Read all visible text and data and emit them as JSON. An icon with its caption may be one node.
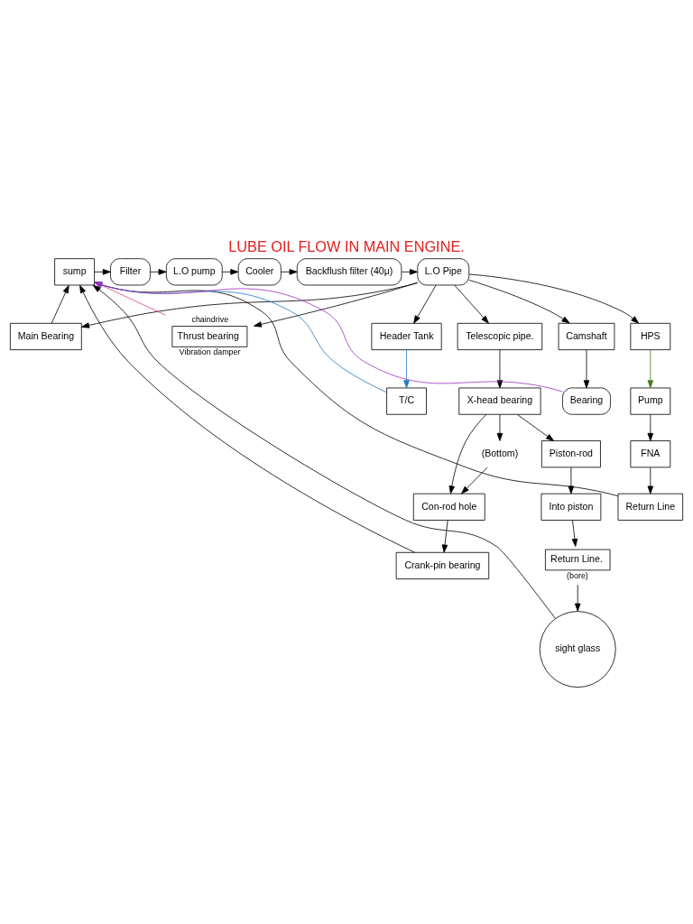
{
  "diagram": {
    "title": "LUBE OIL FLOW IN MAIN ENGINE.",
    "nodes": [
      {
        "text": [
          "sump"
        ]
      },
      {
        "text": [
          "Filter"
        ]
      },
      {
        "text": [
          "L.O pump"
        ]
      },
      {
        "text": [
          "Cooler"
        ]
      },
      {
        "text": [
          "Backflush filter (40μ)"
        ]
      },
      {
        "text": [
          "L.O Pipe"
        ]
      },
      {
        "text": [
          "Main Bearing"
        ]
      },
      {
        "text": [
          "Telescopic pipe."
        ]
      },
      {
        "text": [
          "X-head bearing"
        ]
      },
      {
        "text": [
          "Con-rod hole"
        ]
      },
      {
        "text": [
          "Crank-pin bearing"
        ]
      },
      {
        "text": [
          "(Bottom)"
        ]
      },
      {
        "text": [
          "Piston-rod"
        ]
      },
      {
        "text": [
          "Into piston"
        ]
      },
      {
        "text": [
          "Return Line."
        ],
        "beside": [
          "(bore)"
        ]
      },
      {
        "text": [
          "sight glass"
        ]
      },
      {
        "text": [
          "HPS"
        ]
      },
      {
        "text": [
          "Thrust bearing"
        ],
        "beside": [
          "chaindrive",
          "Vibration damper"
        ]
      },
      {
        "text": [
          "Pump"
        ]
      },
      {
        "text": [
          "FNA"
        ]
      },
      {
        "text": [
          "Return Line"
        ]
      },
      {
        "text": [
          "Header Tank"
        ]
      },
      {
        "text": [
          "T/C"
        ]
      },
      {
        "text": [
          "Camshaft"
        ]
      },
      {
        "text": [
          "Bearing"
        ]
      }
    ],
    "edges": [
      {
        "from": 0,
        "to": 1,
        "arrow": "to"
      },
      {
        "from": 1,
        "to": 2,
        "arrow": "to"
      },
      {
        "from": 2,
        "to": 3,
        "arrow": "to"
      },
      {
        "from": 3,
        "to": 4,
        "arrow": "to"
      },
      {
        "from": 4,
        "to": 5,
        "arrow": "to"
      },
      {
        "from": 5,
        "to": 6,
        "arrow": "to"
      },
      {
        "from": 5,
        "to": 7,
        "arrow": "to"
      },
      {
        "from": 5,
        "to": 16,
        "arrow": "to"
      },
      {
        "from": 5,
        "to": 17,
        "arrow": "to"
      },
      {
        "from": 5,
        "to": 21,
        "arrow": "to"
      },
      {
        "from": 5,
        "to": 23,
        "arrow": "to"
      },
      {
        "from": 6,
        "to": 0,
        "arrow": "to"
      },
      {
        "from": 7,
        "to": 8,
        "arrow": "to"
      },
      {
        "from": 8,
        "to": 9,
        "arrow": "to"
      },
      {
        "from": 8,
        "to": 11,
        "arrow": "to"
      },
      {
        "from": 11,
        "to": 9,
        "arrow": "to"
      },
      {
        "from": 9,
        "to": 10,
        "arrow": "to"
      },
      {
        "from": 10,
        "to": 0,
        "arrow": "to"
      },
      {
        "from": 8,
        "to": 12,
        "arrow": "to"
      },
      {
        "from": 12,
        "to": 13,
        "arrow": "to"
      },
      {
        "from": 13,
        "to": 14,
        "arrow": "to"
      },
      {
        "from": 14,
        "to": 15,
        "arrow": "to"
      },
      {
        "from": 15,
        "to": 0,
        "arrow": "to"
      },
      {
        "from": 16,
        "to": 18,
        "arrow": "to",
        "color": "#4a7a1a"
      },
      {
        "from": 18,
        "to": 19,
        "arrow": "to"
      },
      {
        "from": 19,
        "to": 20,
        "arrow": "to"
      },
      {
        "from": 20,
        "to": 0,
        "arrow": "to"
      },
      {
        "from": 17,
        "to": 0,
        "arrow": "to",
        "color": "#e0408a"
      },
      {
        "from": 21,
        "to": 22,
        "arrow": "to",
        "color": "#1e7ac8"
      },
      {
        "from": 22,
        "to": 0,
        "arrow": "to",
        "color": "#1e7ac8"
      },
      {
        "from": 23,
        "to": 24,
        "arrow": "to"
      },
      {
        "from": 24,
        "to": 0,
        "arrow": "to",
        "color": "#a030c0"
      }
    ]
  }
}
